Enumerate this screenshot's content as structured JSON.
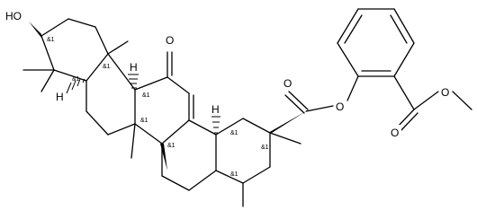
{
  "molecule": {
    "atom_labels": {
      "hydroxyl": "HO",
      "ketone_o": "O",
      "ester_carbonyl_o": "O",
      "ester_link_o": "O",
      "methyl_ester_carbonyl_o": "O",
      "methyl_ester_link_o": "O",
      "h_c5": "H",
      "h_c9": "H",
      "h_c18": "H"
    },
    "stereo_labels": {
      "c3": "&1",
      "c4a": "&1",
      "c5": "&1",
      "c9": "&1",
      "c8": "&1",
      "c14": "&1",
      "c18": "&1",
      "c17": "&1",
      "c20": "&1"
    }
  }
}
